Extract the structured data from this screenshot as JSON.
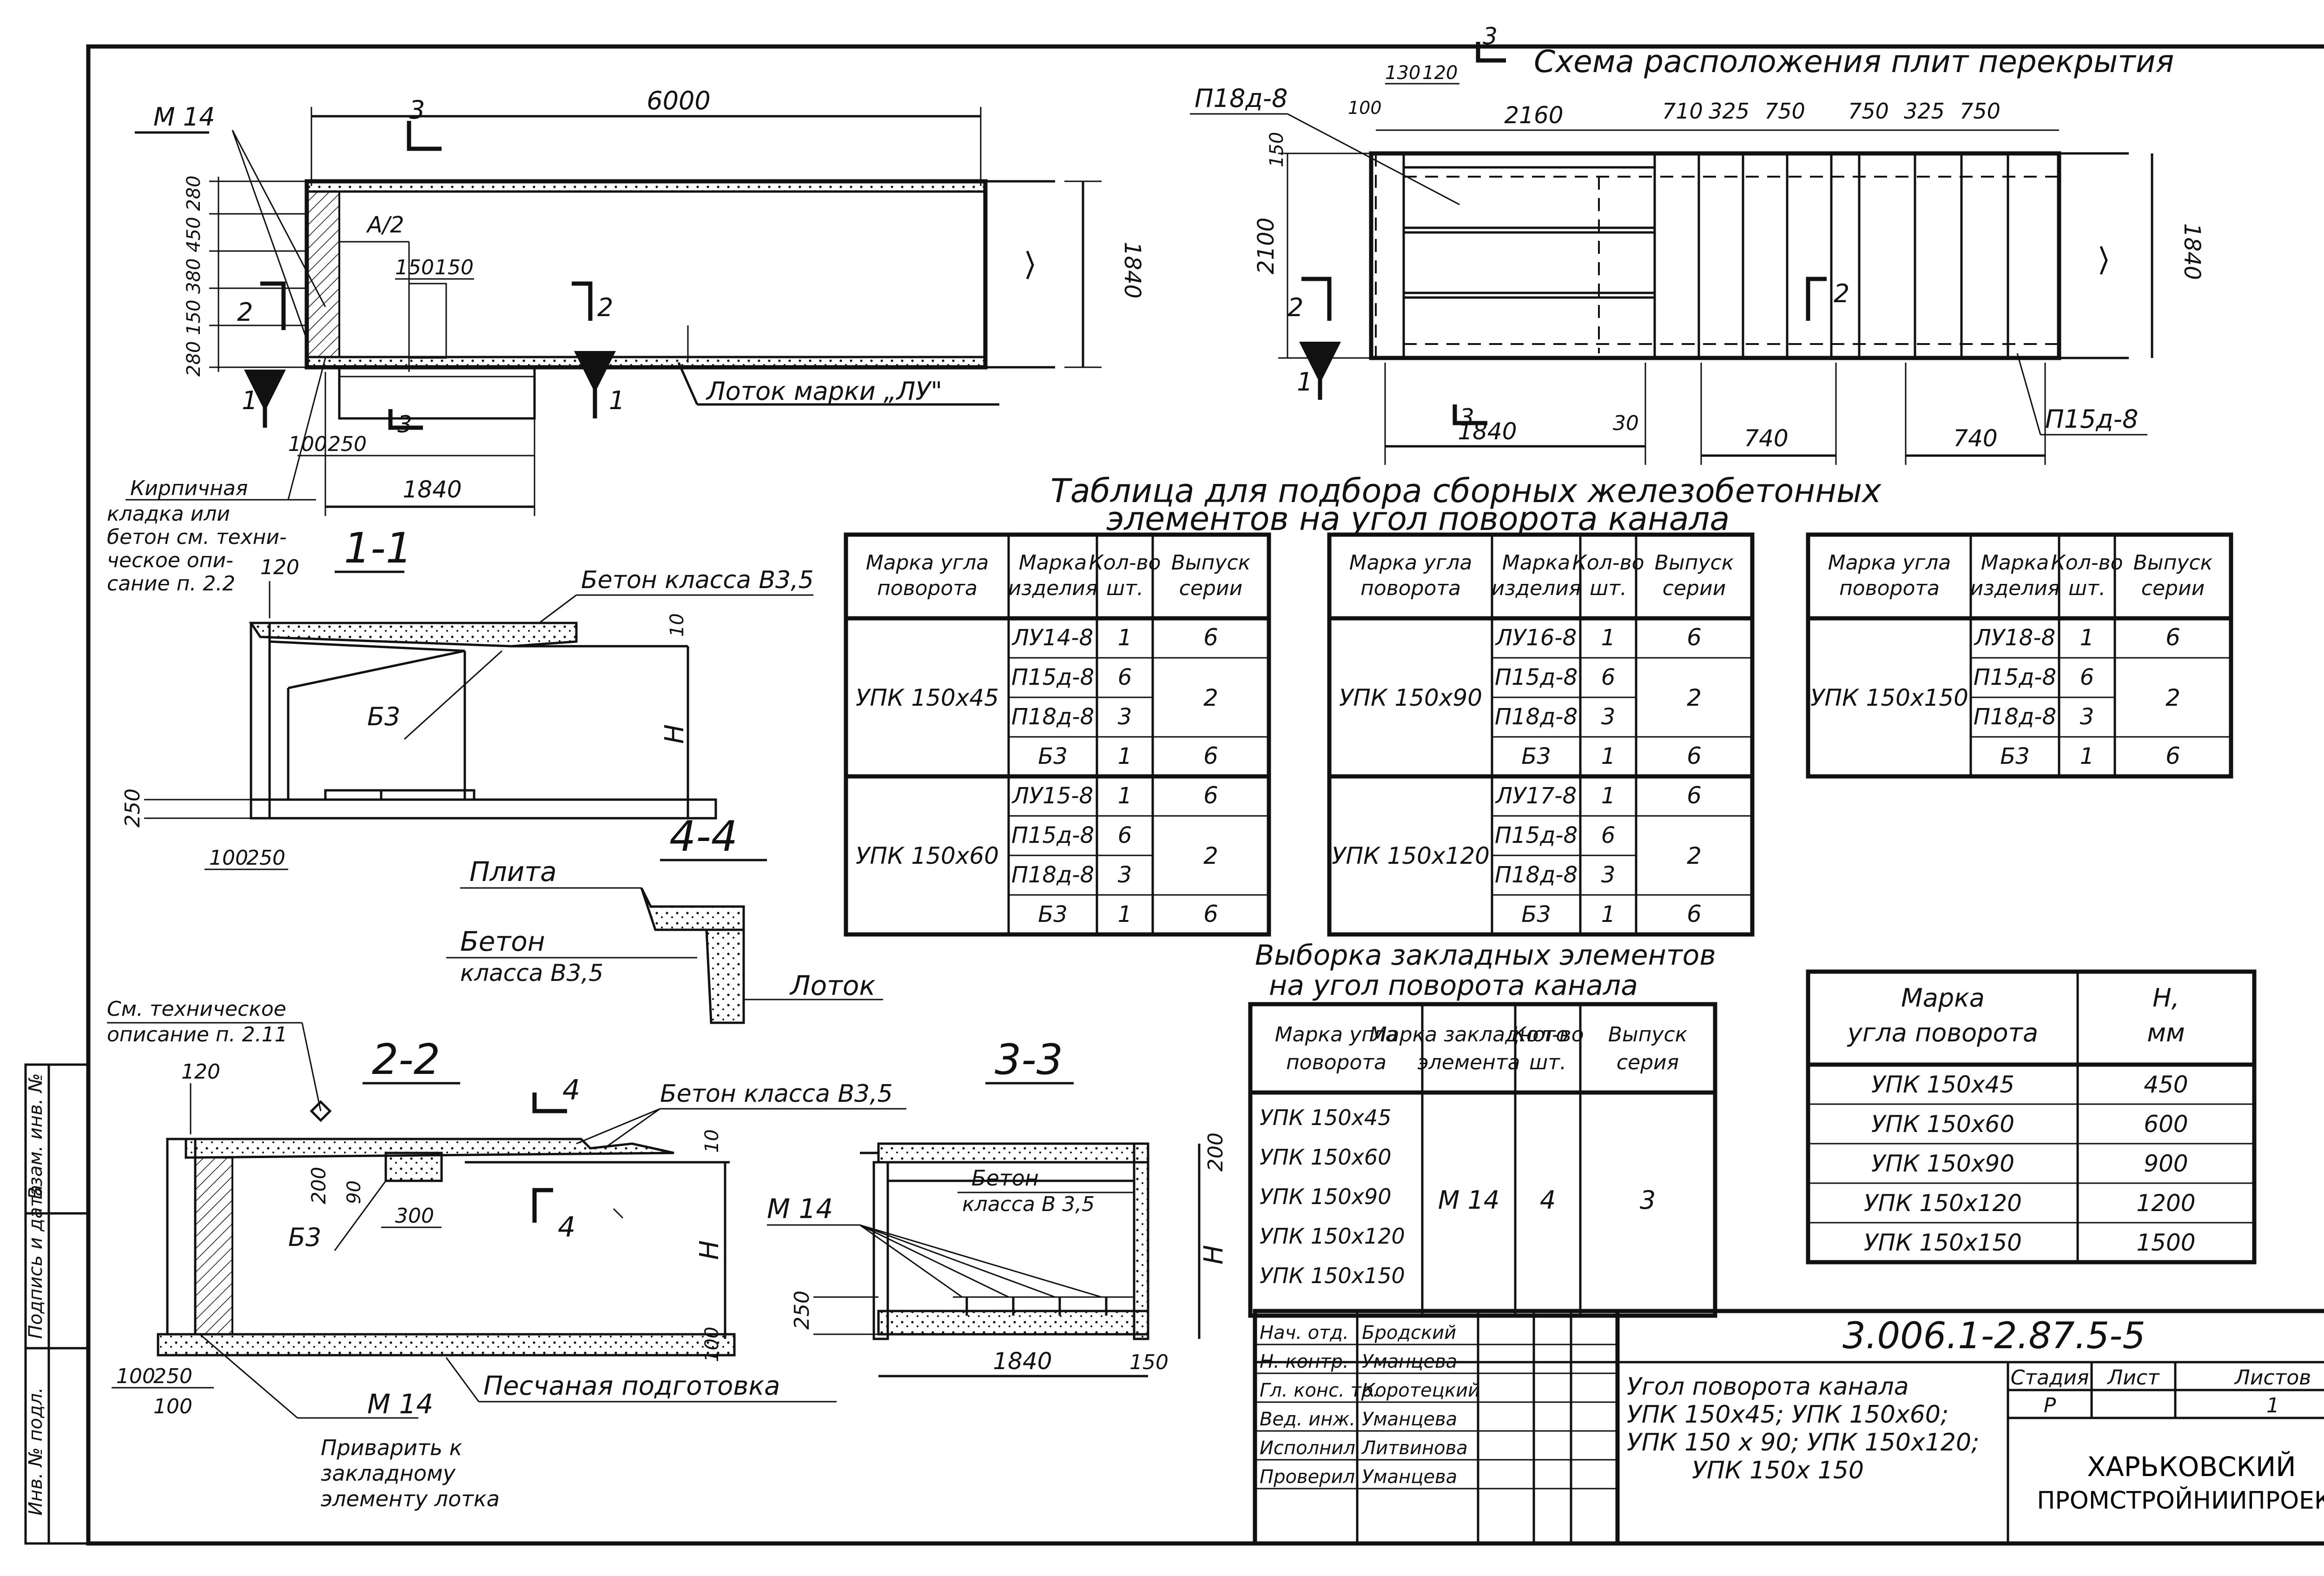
{
  "sheet": {
    "stamp_labels": [
      "Инв. № подл.",
      "Подпись и дата",
      "Взам. инв. №"
    ],
    "title_main": "Схема расположения плит перекрытия"
  },
  "plan_left": {
    "mark_m14": "М 14",
    "dim_6000": "6000",
    "dim_1840_v": "1840",
    "dim_1840_h": "1840",
    "dim_a2": "А/2",
    "dim_150": "150",
    "dim_150b": "150",
    "dim_100": "100",
    "dim_250": "250",
    "dim_left_stack": "280 150 380 450 280",
    "sec2": "2",
    "sec2b": "2",
    "sec1": "1",
    "sec1b": "1",
    "sec3": "3",
    "sec3b": "3",
    "tray_label": "Лоток марки „ЛУ\"",
    "brick_note": [
      "Кирпичная",
      "кладка или",
      "бетон см. техни-",
      "ческое опи-",
      "сание п. 2.2"
    ]
  },
  "plan_right": {
    "mark_p18": "П18д-8",
    "mark_p15": "П15д-8",
    "dim_130": "130",
    "dim_120": "120",
    "dim_100": "100",
    "dim_150": "150",
    "dim_2160": "2160",
    "dims_top": [
      "710",
      "325",
      "750",
      "750",
      "325",
      "750"
    ],
    "dim_2100": "2100",
    "dim_1840_v": "1840",
    "dim_1840_h": "1840",
    "dim_30": "30",
    "dim_740a": "740",
    "dim_740b": "740",
    "sec2": "2",
    "sec2b": "2",
    "sec1": "1",
    "sec3": "3",
    "sec3b": "3"
  },
  "section_1_1": {
    "title": "1-1",
    "dim_120": "120",
    "concrete": "Бетон класса В3,5",
    "b3": "Б3",
    "dim_10": "10",
    "dim_h": "Н",
    "dim_250": "250",
    "dim_100": "100",
    "dim_250b": "250"
  },
  "section_4_4": {
    "title": "4-4",
    "plate": "Плита",
    "concrete": [
      "Бетон",
      "класса В3,5"
    ],
    "tray": "Лоток"
  },
  "section_2_2": {
    "title": "2-2",
    "note_tech": [
      "См. техническое",
      "описание п. 2.11"
    ],
    "dim_120": "120",
    "concrete": "Бетон класса В3,5",
    "sec4": "4",
    "sec4b": "4",
    "dim_200": "200",
    "dim_90": "90",
    "dim_300": "300",
    "b3": "Б3",
    "dim_10": "10",
    "dim_h": "Н",
    "dim_100": "100",
    "dim_250": "250",
    "dim_100b": "100",
    "dim_100c": "100",
    "sand": "Песчаная подготовка",
    "m14": "М 14",
    "weld_note": [
      "Приварить к",
      "закладному",
      "элементу лотка"
    ]
  },
  "section_3_3": {
    "title": "3-3",
    "m14": "М 14",
    "concrete": [
      "Бетон",
      "класса В 3,5"
    ],
    "dim_200": "200",
    "dim_h": "Н",
    "dim_250": "250",
    "dim_1840": "1840",
    "dim_150": "150"
  },
  "table_main": {
    "title": [
      "Таблица для подбора сборных железобетонных",
      "элементов на угол поворота канала"
    ],
    "headers": [
      "Марка угла поворота",
      "Марка изделия",
      "Кол-во шт.",
      "Выпуск серии"
    ],
    "groups": [
      {
        "mark": "УПК 150х45",
        "rows": [
          [
            "ЛУ14-8",
            "1",
            "6"
          ],
          [
            "П15д-8",
            "6",
            "2"
          ],
          [
            "П18д-8",
            "3",
            ""
          ],
          [
            "Б3",
            "1",
            "6"
          ]
        ]
      },
      {
        "mark": "УПК 150х60",
        "rows": [
          [
            "ЛУ15-8",
            "1",
            "6"
          ],
          [
            "П15д-8",
            "6",
            "2"
          ],
          [
            "П18д-8",
            "3",
            ""
          ],
          [
            "Б3",
            "1",
            "6"
          ]
        ]
      },
      {
        "mark": "УПК 150х90",
        "rows": [
          [
            "ЛУ16-8",
            "1",
            "6"
          ],
          [
            "П15д-8",
            "6",
            "2"
          ],
          [
            "П18д-8",
            "3",
            ""
          ],
          [
            "Б3",
            "1",
            "6"
          ]
        ]
      },
      {
        "mark": "УПК 150х120",
        "rows": [
          [
            "ЛУ17-8",
            "1",
            "6"
          ],
          [
            "П15д-8",
            "6",
            "2"
          ],
          [
            "П18д-8",
            "3",
            ""
          ],
          [
            "Б3",
            "1",
            "6"
          ]
        ]
      },
      {
        "mark": "УПК 150х150",
        "rows": [
          [
            "ЛУ18-8",
            "1",
            "6"
          ],
          [
            "П15д-8",
            "6",
            "2"
          ],
          [
            "П18д-8",
            "3",
            ""
          ],
          [
            "Б3",
            "1",
            "6"
          ]
        ]
      }
    ]
  },
  "table_embedded": {
    "title": [
      "Выборка закладных элементов",
      "на угол поворота канала"
    ],
    "headers": [
      "Марка угла поворота",
      "Марка закладного элемента",
      "Кол-во шт.",
      "Выпуск серия"
    ],
    "marks": [
      "УПК 150х45",
      "УПК 150х60",
      "УПК 150х90",
      "УПК 150х120",
      "УПК 150х150"
    ],
    "element": "М 14",
    "qty": "4",
    "series": "3"
  },
  "table_h": {
    "headers": [
      "Марка угла поворота",
      "Н, мм"
    ],
    "rows": [
      [
        "УПК 150х45",
        "450"
      ],
      [
        "УПК 150х60",
        "600"
      ],
      [
        "УПК 150х90",
        "900"
      ],
      [
        "УПК 150х120",
        "1200"
      ],
      [
        "УПК 150х150",
        "1500"
      ]
    ]
  },
  "title_block": {
    "code": "3.006.1-2.87.5-5",
    "roles": [
      [
        "Нач. отд.",
        "Бродский"
      ],
      [
        "Н. контр.",
        "Уманцева"
      ],
      [
        "Гл. конс. тр.",
        "Коротецкий"
      ],
      [
        "Вед. инж.",
        "Уманцева"
      ],
      [
        "Исполнил",
        "Литвинова"
      ],
      [
        "Проверил",
        "Уманцева"
      ]
    ],
    "description": [
      "Угол поворота канала",
      "УПК 150х45; УПК 150х60;",
      "УПК 150 х 90; УПК 150х120;",
      "УПК 150х 150"
    ],
    "stage_head": "Стадия",
    "sheet_head": "Лист",
    "sheets_head": "Листов",
    "stage": "Р",
    "sheets": "1",
    "org": [
      "ХАРЬКОВСКИЙ",
      "ПРОМСТРОЙНИИПРОЕКТ"
    ]
  }
}
